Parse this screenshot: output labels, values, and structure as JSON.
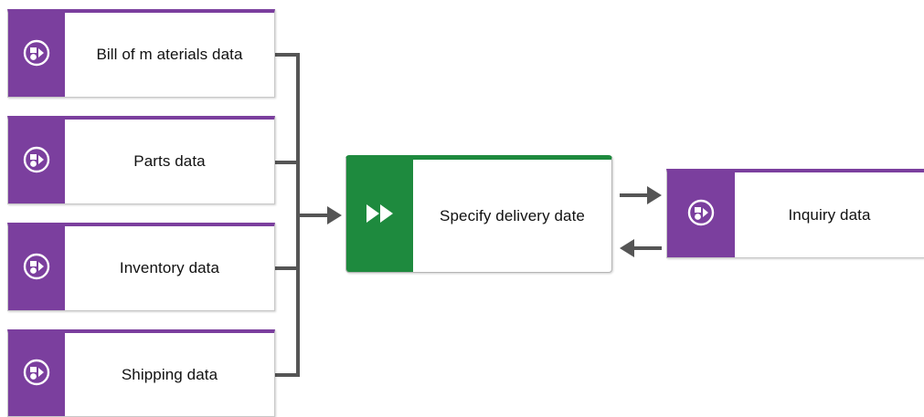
{
  "inputs": [
    {
      "label": "Bill of m aterials data",
      "icon": "data-object-icon"
    },
    {
      "label": "Parts data",
      "icon": "data-object-icon"
    },
    {
      "label": "Inventory data",
      "icon": "data-object-icon"
    },
    {
      "label": "Shipping data",
      "icon": "data-object-icon"
    }
  ],
  "function": {
    "label": "Specify delivery date",
    "icon": "fast-forward-icon"
  },
  "output": {
    "label": "Inquiry data",
    "icon": "data-object-icon"
  },
  "colors": {
    "data_accent": "#7b3f9e",
    "function_accent": "#1e8a3e",
    "connector": "#555555"
  }
}
